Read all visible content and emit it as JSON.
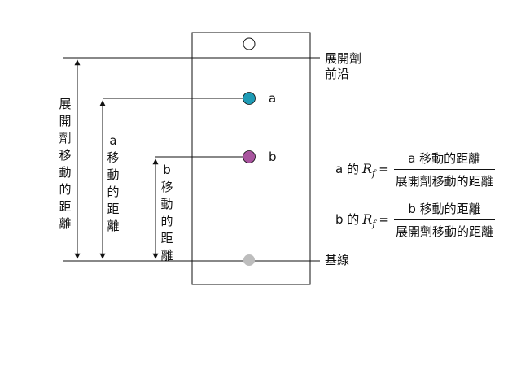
{
  "labels": {
    "solvent_front_line1": "展開劑",
    "solvent_front_line2": "前沿",
    "baseline": "基線",
    "spot_a": "a",
    "spot_b": "b"
  },
  "distance_labels": {
    "solvent": "展開劑移動的距離",
    "a": "a移動的距離",
    "b": "b移動的距離"
  },
  "formulas": [
    {
      "prefix": "a 的",
      "symbol": "R",
      "subscript": "f",
      "equals": "=",
      "numerator": "a 移動的距離",
      "denominator": "展開劑移動的距離"
    },
    {
      "prefix": "b 的",
      "symbol": "R",
      "subscript": "f",
      "equals": "=",
      "numerator": "b 移動的距離",
      "denominator": "展開劑移動的距離"
    }
  ],
  "colors": {
    "spot_origin": "#ffffff",
    "spot_a": "#1f9bb5",
    "spot_b": "#a8559e",
    "spot_baseline": "#bdbdbd",
    "line": "#111111"
  }
}
